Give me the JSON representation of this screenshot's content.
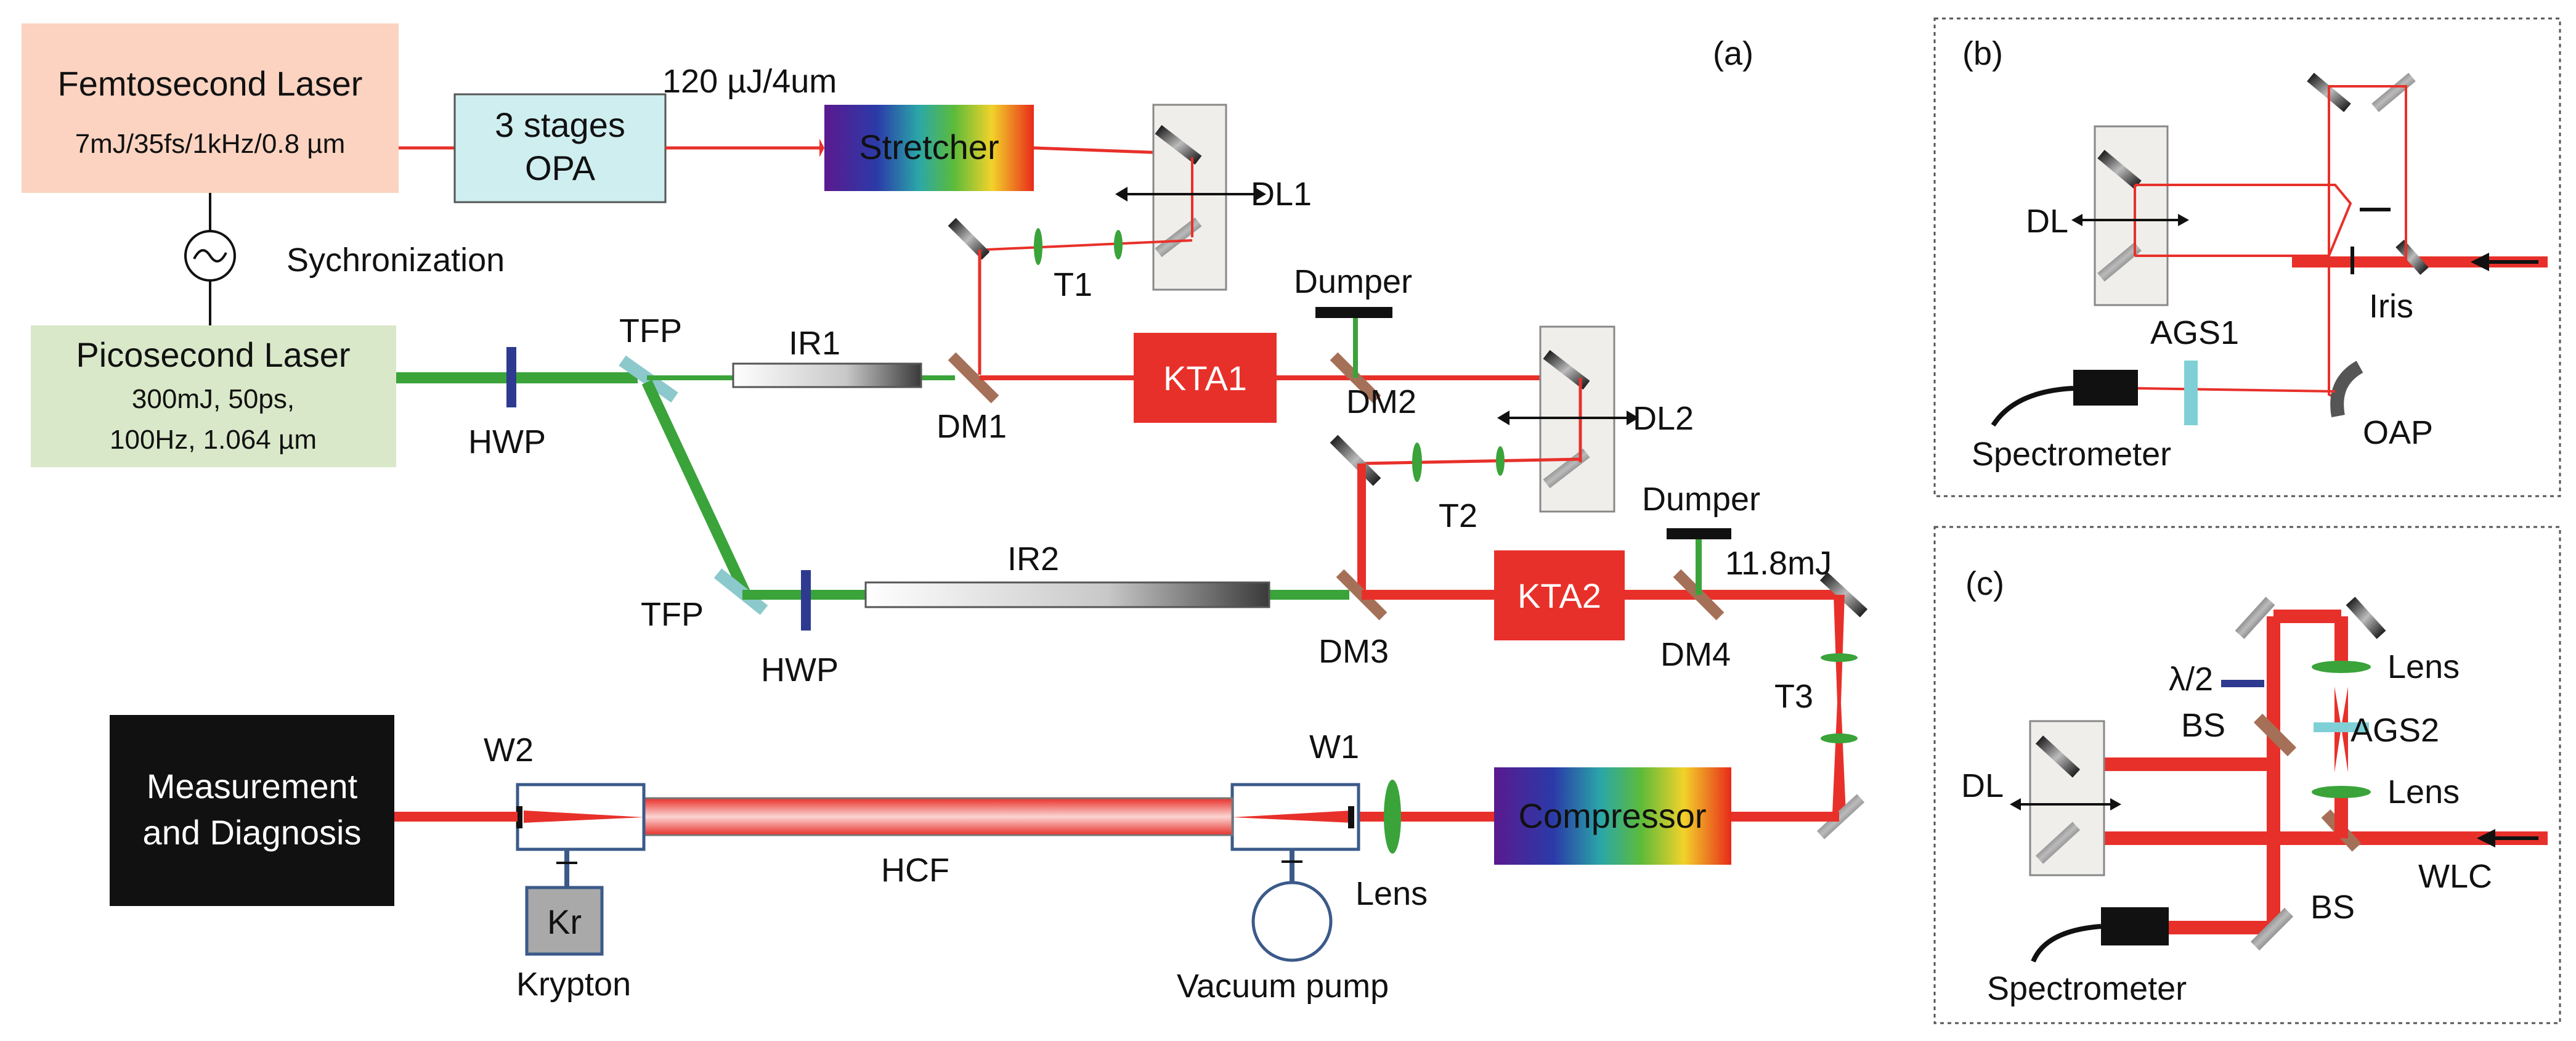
{
  "panel_a": {
    "tag": "(a)",
    "femto": {
      "title": "Femtosecond Laser",
      "spec": "7mJ/35fs/1kHz/0.8 µm"
    },
    "opa": {
      "line1": "3 stages",
      "line2": "OPA"
    },
    "opa_output": "120 µJ/4um",
    "stretcher": "Stretcher",
    "sync": "Sychronization",
    "pico": {
      "title": "Picosecond Laser",
      "line1": "300mJ, 50ps,",
      "line2": "100Hz, 1.064 µm"
    },
    "hwp1": "HWP",
    "hwp2": "HWP",
    "tfp1": "TFP",
    "tfp2": "TFP",
    "ir1": "IR1",
    "ir2": "IR2",
    "dm1": "DM1",
    "dm2": "DM2",
    "dm3": "DM3",
    "dm4": "DM4",
    "kta1": "KTA1",
    "kta2": "KTA2",
    "dumper1": "Dumper",
    "dumper2": "Dumper",
    "t1": "T1",
    "t2": "T2",
    "t3": "T3",
    "dl1": "DL1",
    "dl2": "DL2",
    "energy_out": "11.8mJ",
    "measure": {
      "line1": "Measurement",
      "line2": "and Diagnosis"
    },
    "w1": "W1",
    "w2": "W2",
    "hcf": "HCF",
    "kr": "Kr",
    "krypton": "Krypton",
    "lens": "Lens",
    "vacuum": "Vacuum pump",
    "compressor": "Compressor"
  },
  "panel_b": {
    "tag": "(b)",
    "dl": "DL",
    "ags1": "AGS1",
    "iris": "Iris",
    "spectrometer": "Spectrometer",
    "oap": "OAP"
  },
  "panel_c": {
    "tag": "(c)",
    "half_wave": "λ/2",
    "lens1": "Lens",
    "lens2": "Lens",
    "bs1": "BS",
    "bs2": "BS",
    "ags2": "AGS2",
    "dl": "DL",
    "wlc": "WLC",
    "spectrometer": "Spectrometer"
  },
  "colors": {
    "ir_beam": "#e8302a",
    "pump_beam": "#3aa33a",
    "kta": "#e8302a",
    "femto_box": "#fbd3c0",
    "pico_box": "#d9e8c8",
    "opa_box": "#cfeef0",
    "hwp": "#2e3a8f",
    "ags": "#7fd0d6"
  }
}
